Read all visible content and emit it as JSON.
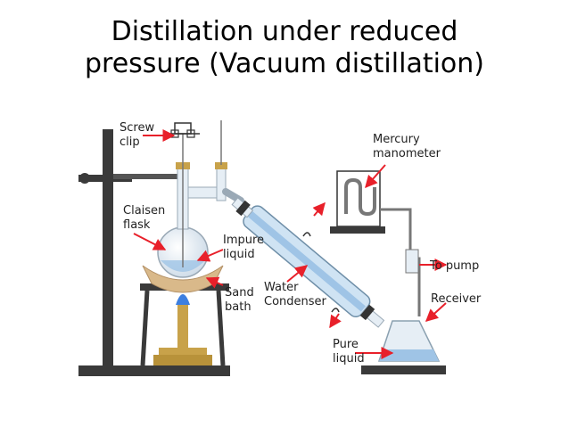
{
  "slide": {
    "title_line1": "Distillation under reduced",
    "title_line2": "pressure (Vacuum distillation)"
  },
  "labels": {
    "screw_clip": [
      "Screw",
      "clip"
    ],
    "claisen_flask": [
      "Claisen",
      "flask"
    ],
    "impure_liquid": [
      "Impure",
      "liquid"
    ],
    "sand_bath": [
      "Sand",
      "bath"
    ],
    "water_condenser": [
      "Water",
      "Condenser"
    ],
    "mercury_manometer": [
      "Mercury",
      "manometer"
    ],
    "to_pump": "To pump",
    "receiver": "Receiver",
    "pure_liquid": [
      "Pure",
      "liquid"
    ]
  },
  "colors": {
    "stand": "#3a3a3a",
    "arrow": "#e8202a",
    "glass": "#e6eef5",
    "liquid": "#9fc4e6",
    "sand": "#d9b98a",
    "flame": "#3d7fe0",
    "brass": "#c8a24a"
  }
}
